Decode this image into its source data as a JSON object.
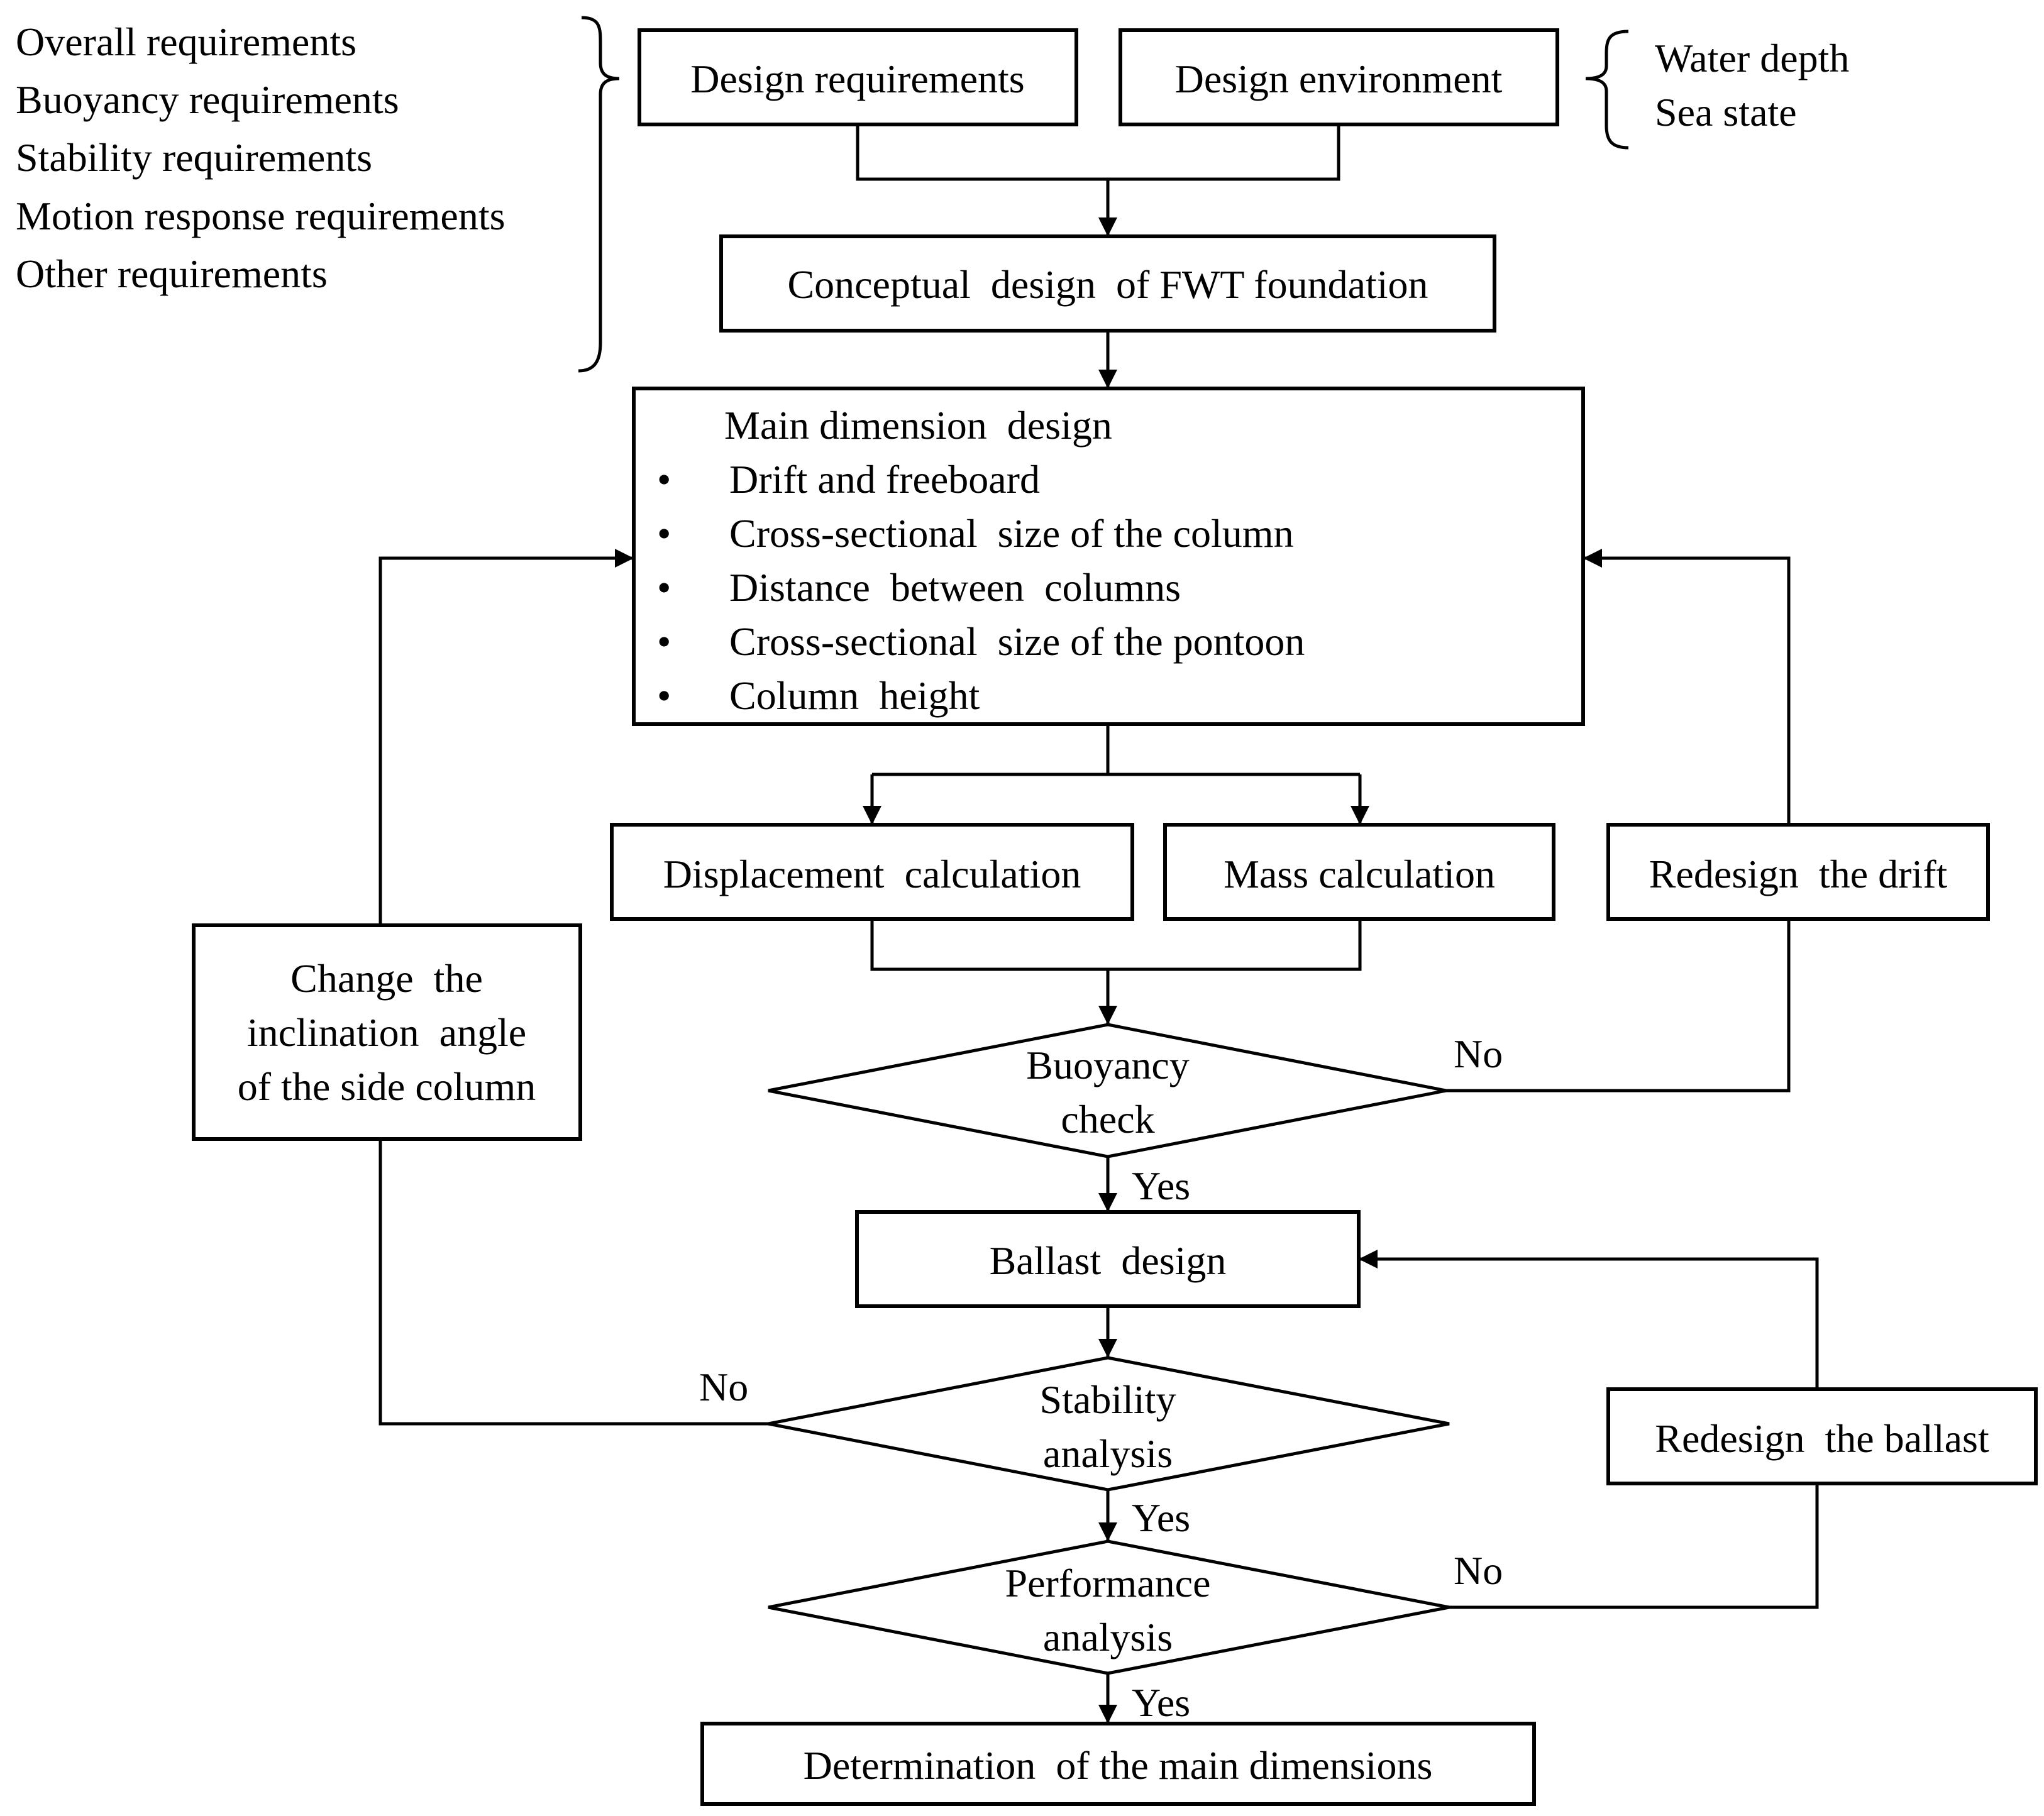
{
  "requirements_list": [
    "Overall requirements",
    "Buoyancy requirements",
    "Stability requirements",
    "Motion response requirements",
    "Other requirements"
  ],
  "environment_list": [
    "Water depth",
    "Sea state"
  ],
  "boxes": {
    "design_requirements": "Design requirements",
    "design_environment": "Design environment",
    "conceptual_design": "Conceptual  design  of FWT foundation",
    "displacement_calc": "Displacement  calculation",
    "mass_calc": "Mass calculation",
    "redesign_drift": "Redesign  the drift",
    "change_inclination": [
      "Change  the",
      "inclination  angle",
      "of the side column"
    ],
    "ballast_design": "Ballast  design",
    "redesign_ballast": "Redesign  the ballast",
    "determination": "Determination  of the main dimensions"
  },
  "main_dimension": {
    "title": "Main dimension  design",
    "bullet": "•",
    "items": [
      "Drift and freeboard",
      "Cross-sectional  size of the column",
      "Distance  between  columns",
      "Cross-sectional  size of the pontoon",
      "Column  height"
    ]
  },
  "decisions": {
    "buoyancy_check": [
      "Buoyancy",
      "check"
    ],
    "stability_analysis": [
      "Stability",
      "analysis"
    ],
    "performance_analysis": [
      "Performance",
      "analysis"
    ]
  },
  "edge_labels": {
    "buoyancy_no": "No",
    "buoyancy_yes": "Yes",
    "stability_no": "No",
    "stability_yes": "Yes",
    "performance_no": "No",
    "performance_yes": "Yes"
  }
}
